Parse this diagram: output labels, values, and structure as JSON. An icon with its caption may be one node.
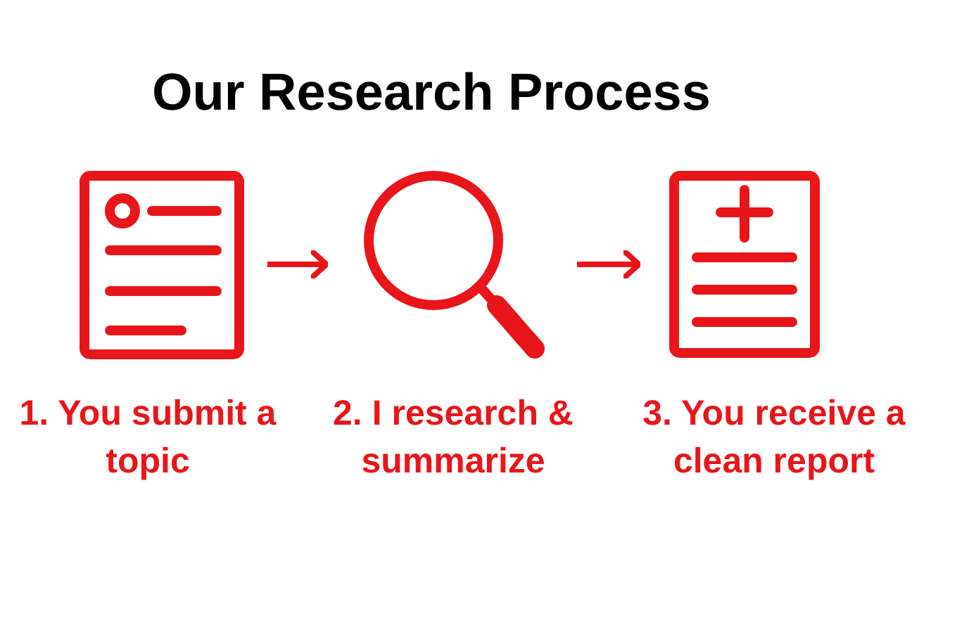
{
  "diagram": {
    "title": "Our Research Process",
    "nodes": [
      {
        "text": [],
        "shape": "document",
        "beside": [
          "1. You submit a topic"
        ]
      },
      {
        "text": [],
        "shape": "magnifier",
        "beside": [
          "2. I research & summarize"
        ]
      },
      {
        "text": [],
        "shape": "report",
        "beside": [
          "3. You receive a clean report"
        ]
      }
    ],
    "edges": [
      {
        "from": 0,
        "to": 1,
        "arrow": "to"
      },
      {
        "from": 1,
        "to": 2,
        "arrow": "to"
      }
    ]
  }
}
